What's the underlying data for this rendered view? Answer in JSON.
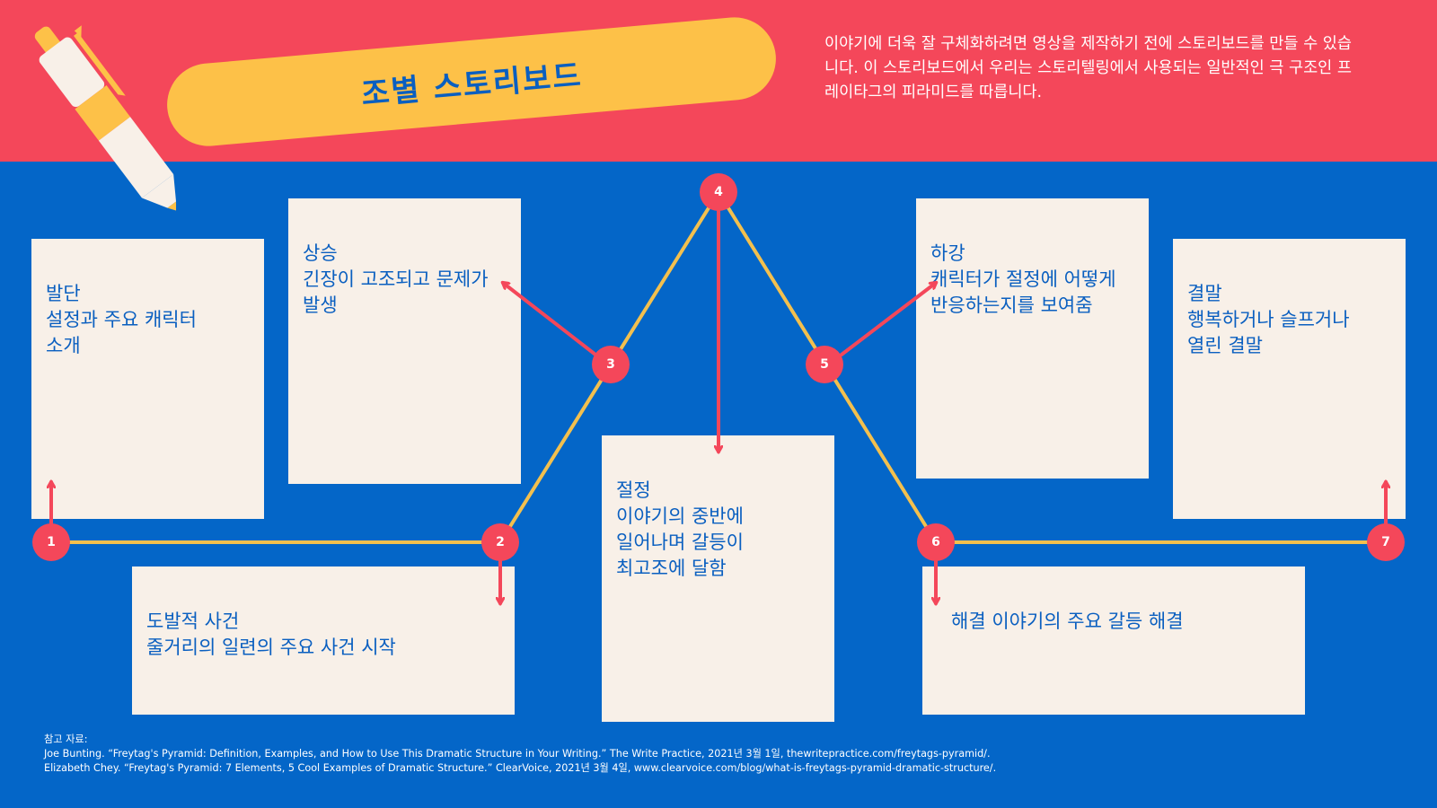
{
  "header": {
    "title": "조별 스토리보드",
    "intro": "이야기에 더욱 잘 구체화하려면 영상을 제작하기 전에 스토리보드를 만들 수 있습니다. 이 스토리보드에서 우리는 스토리텔링에서 사용되는 일반적인 극 구조인 프레이타그의 피라미드를 따릅니다."
  },
  "colors": {
    "header_bg": "#f4475a",
    "body_bg": "#0466c8",
    "title_pill": "#fdc148",
    "card_bg": "#f8f0e8",
    "text_blue": "#0a5fc0",
    "line": "#f3c04e",
    "badge": "#f4475a"
  },
  "icons": {
    "decoration": "pen-icon"
  },
  "steps": [
    {
      "number": "1",
      "title": "발단",
      "text": "설정과 주요 캐릭터\n소개"
    },
    {
      "number": "2",
      "title": "도발적 사건",
      "text": "줄거리의 일련의 주요 사건 시작"
    },
    {
      "number": "3",
      "title": "상승",
      "text": "긴장이 고조되고 문제가\n발생"
    },
    {
      "number": "4",
      "title": "절정",
      "text": "이야기의 중반에\n일어나며 갈등이\n최고조에 달함"
    },
    {
      "number": "5",
      "title": "하강",
      "text": "캐릭터가 절정에 어떻게\n반응하는지를 보여줌"
    },
    {
      "number": "6",
      "title": "해결",
      "text": "이야기의 주요 갈등 해결"
    },
    {
      "number": "7",
      "title": "결말",
      "text": "행복하거나 슬프거나\n열린 결말"
    }
  ],
  "references": {
    "label": "참고 자료:",
    "items": [
      "Joe Bunting. “Freytag's Pyramid: Definition, Examples, and How to Use This Dramatic Structure in Your Writing.” The Write Practice, 2021년 3월 1일, thewritepractice.com/freytags-pyramid/.",
      "Elizabeth Chey. “Freytag's Pyramid: 7 Elements, 5 Cool Examples of Dramatic Structure.” ClearVoice, 2021년 3월 4일, www.clearvoice.com/blog/what-is-freytags-pyramid-dramatic-structure/."
    ]
  }
}
